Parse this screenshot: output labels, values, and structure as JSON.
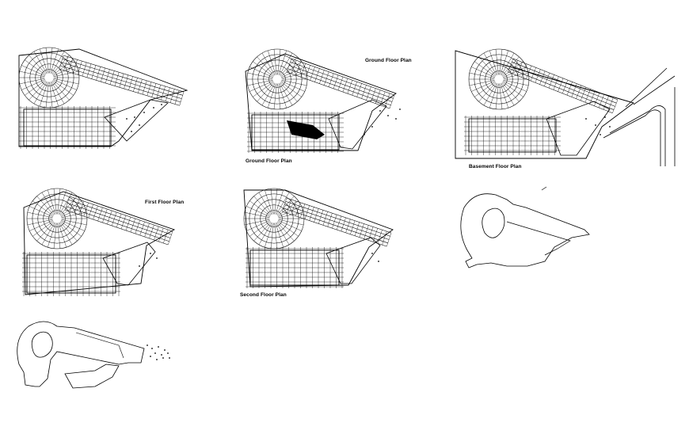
{
  "labels": {
    "ground_floor_plan_a": "Ground Floor Plan",
    "ground_floor_plan_b": "Ground Floor Plan",
    "basement_floor_plan": "Basement Floor Plan",
    "first_floor_plan": "First Floor Plan",
    "second_floor_plan": "Second Floor Plan"
  },
  "colors": {
    "line": "#000000",
    "background": "#ffffff"
  }
}
